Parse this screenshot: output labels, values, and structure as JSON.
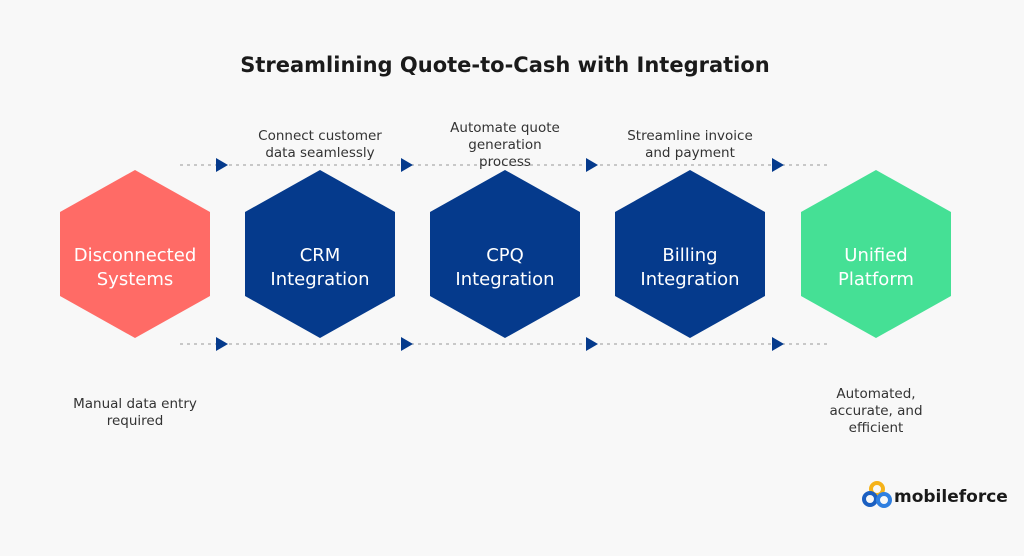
{
  "title": "Streamlining Quote-to-Cash with Integration",
  "stages": [
    {
      "lines": [
        "Disconnected",
        "Systems"
      ],
      "color": "#ff6b66"
    },
    {
      "lines": [
        "CRM",
        "Integration"
      ],
      "color": "#053a8c"
    },
    {
      "lines": [
        "CPQ",
        "Integration"
      ],
      "color": "#053a8c"
    },
    {
      "lines": [
        "Billing",
        "Integration"
      ],
      "color": "#053a8c"
    },
    {
      "lines": [
        "Unified",
        "Platform"
      ],
      "color": "#45e095"
    }
  ],
  "top_captions": [
    [
      "Connect customer",
      "data seamlessly"
    ],
    [
      "Automate quote",
      "generation",
      "process"
    ],
    [
      "Streamline invoice",
      "and payment"
    ]
  ],
  "bottom_left_caption": [
    "Manual data entry",
    "required"
  ],
  "bottom_right_caption": [
    "Automated,",
    "accurate, and",
    "efficient"
  ],
  "arrow_color": "#053a8c",
  "logo": {
    "text": "mobileforce"
  }
}
